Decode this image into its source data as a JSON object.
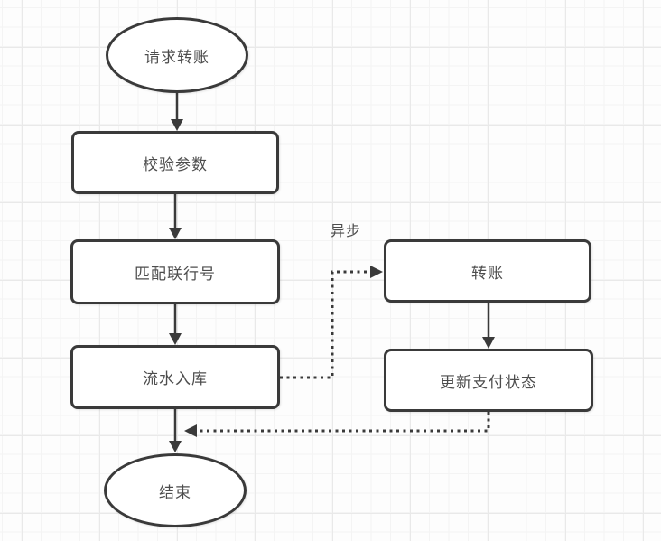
{
  "diagram": {
    "type": "flowchart",
    "nodes": {
      "start": {
        "label": "请求转账",
        "shape": "terminator"
      },
      "validate": {
        "label": "校验参数",
        "shape": "process"
      },
      "match": {
        "label": "匹配联行号",
        "shape": "process"
      },
      "store": {
        "label": "流水入库",
        "shape": "process"
      },
      "transfer": {
        "label": "转账",
        "shape": "process"
      },
      "update": {
        "label": "更新支付状态",
        "shape": "process"
      },
      "end": {
        "label": "结束",
        "shape": "terminator"
      }
    },
    "edges": [
      {
        "from": "start",
        "to": "validate",
        "style": "solid",
        "label": ""
      },
      {
        "from": "validate",
        "to": "match",
        "style": "solid",
        "label": ""
      },
      {
        "from": "match",
        "to": "store",
        "style": "solid",
        "label": ""
      },
      {
        "from": "store",
        "to": "end",
        "style": "solid",
        "label": ""
      },
      {
        "from": "transfer",
        "to": "update",
        "style": "solid",
        "label": ""
      },
      {
        "from": "store",
        "to": "transfer",
        "style": "dotted",
        "label": "异步"
      },
      {
        "from": "update",
        "to": "end",
        "style": "dotted",
        "label": ""
      }
    ],
    "edge_labels": {
      "async": "异步"
    },
    "colors": {
      "stroke": "#3a3a3a",
      "text": "#4d4d4d",
      "node_fill": "#ffffff",
      "background": "#fdfdfd",
      "grid_minor": "#f4f4f4",
      "grid_major": "#e9e9e9"
    }
  }
}
